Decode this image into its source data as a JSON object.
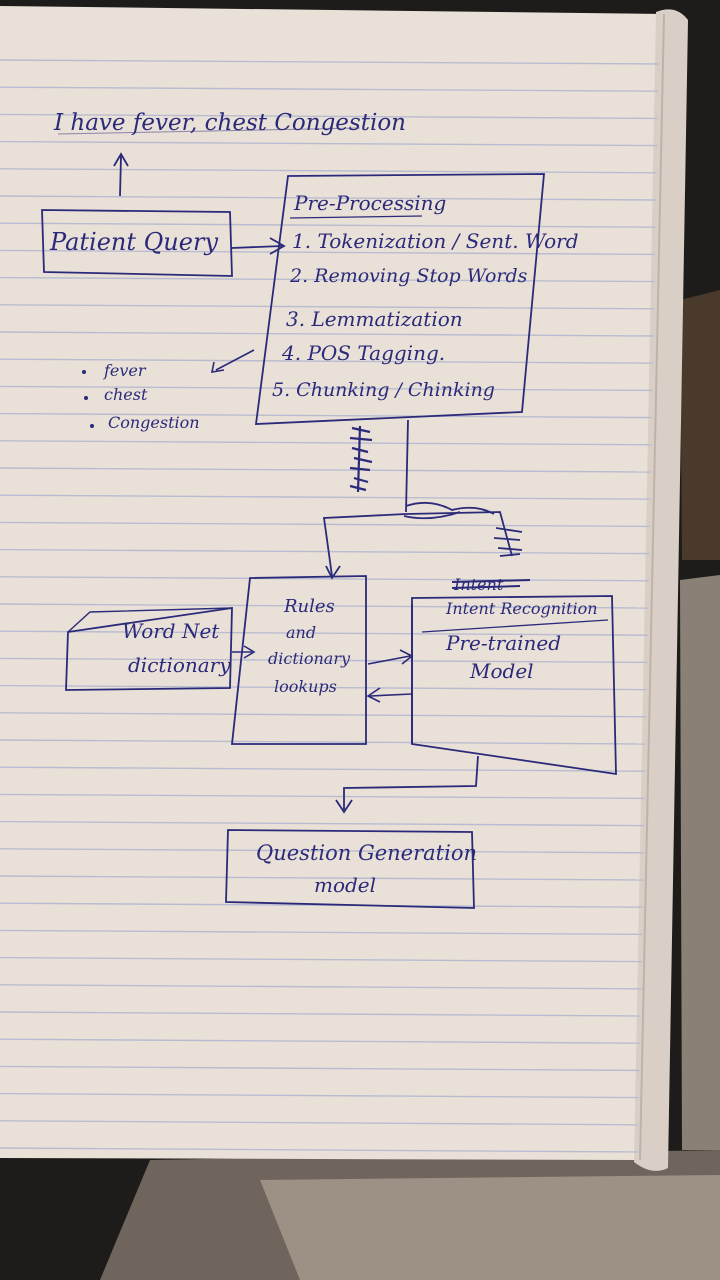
{
  "colors": {
    "ink": "#2b2a7a",
    "paper": "#e9e0d8",
    "paper_shadow": "#cfc3b8",
    "rule_line": "#b9bcd0",
    "margin_line": "#c98f8a",
    "background_dark": "#1e1c1a",
    "background_floor": "#b9aea3"
  },
  "notebook": {
    "header_text": "I have fever, chest Congestion"
  },
  "diagram": {
    "patient_query": "Patient Query",
    "preprocessing": {
      "title": "Pre-Processing",
      "steps": [
        "1. Tokenization / Sent. Word",
        "2. Removing Stop Words",
        "3. Lemmatization",
        "4. POS Tagging.",
        "5. Chunking / Chinking"
      ]
    },
    "extracted_terms": [
      "fever",
      "chest",
      "Congestion"
    ],
    "wordnet": [
      "Word Net",
      "dictionary"
    ],
    "rules": [
      "Rules",
      "and",
      "dictionary",
      "lookups"
    ],
    "intent": {
      "title_struck": "Intent",
      "title": "Intent Recognition",
      "model": [
        "Pre-trained",
        "Model"
      ]
    },
    "question_model": [
      "Question Generation",
      "model"
    ]
  }
}
